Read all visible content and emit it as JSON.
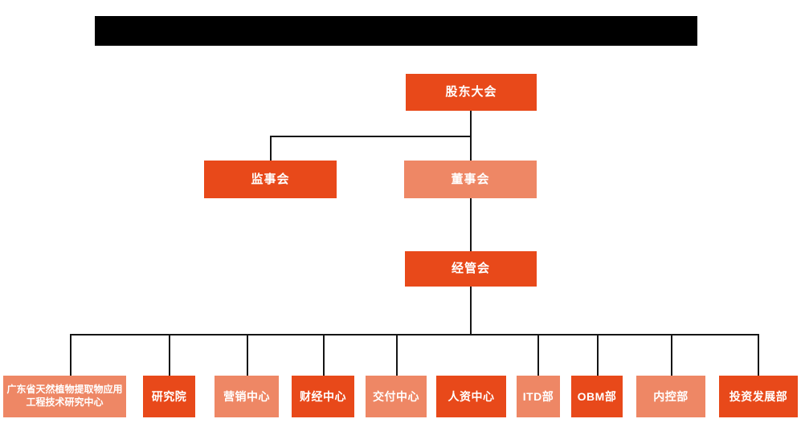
{
  "colors": {
    "orange": "#E8491A",
    "salmon": "#EE8765",
    "line": "#151515",
    "text": "#ffffff",
    "title_bar": "#000000",
    "background": "#ffffff"
  },
  "org": {
    "root": {
      "label": "股东大会",
      "variant": "orange"
    },
    "level2": [
      {
        "label": "监事会",
        "variant": "orange"
      },
      {
        "label": "董事会",
        "variant": "salmon"
      }
    ],
    "level3": {
      "label": "经管会",
      "variant": "orange"
    },
    "departments": [
      {
        "label": "广东省天然植物提取物应用工程技术研究中心",
        "variant": "salmon"
      },
      {
        "label": "研究院",
        "variant": "orange"
      },
      {
        "label": "营销中心",
        "variant": "salmon"
      },
      {
        "label": "财经中心",
        "variant": "orange"
      },
      {
        "label": "交付中心",
        "variant": "salmon"
      },
      {
        "label": "人资中心",
        "variant": "orange"
      },
      {
        "label": "ITD部",
        "variant": "salmon"
      },
      {
        "label": "OBM部",
        "variant": "orange"
      },
      {
        "label": "内控部",
        "variant": "salmon"
      },
      {
        "label": "投资发展部",
        "variant": "orange"
      }
    ]
  }
}
